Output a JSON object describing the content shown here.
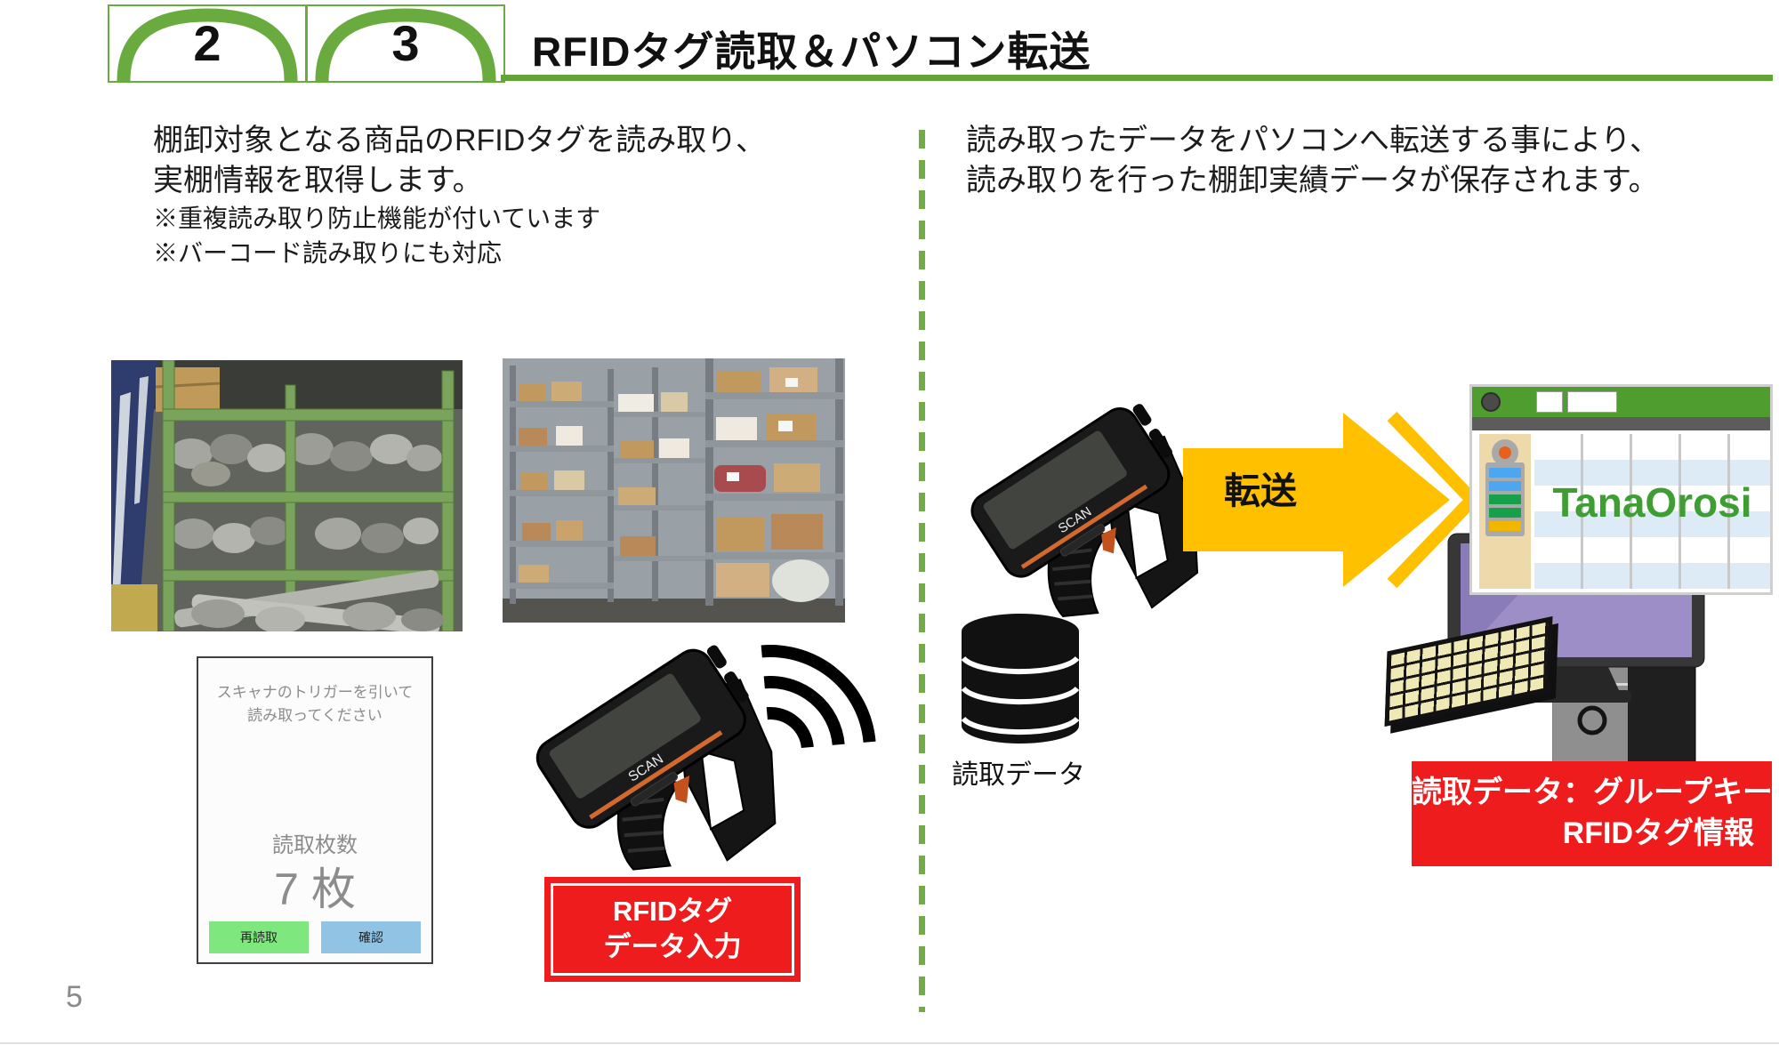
{
  "slide": {
    "page_number": "5"
  },
  "header": {
    "step_numbers": [
      "2",
      "3"
    ],
    "title": "RFIDタグ読取＆パソコン転送"
  },
  "left_section": {
    "description": [
      "棚卸対象となる商品のRFIDタグを読み取り、",
      "実棚情報を取得します。"
    ],
    "notes": [
      "※重複読み取り防止機能が付いています",
      "※バーコード読み取りにも対応"
    ],
    "handheld_screen": {
      "instruction": [
        "スキャナのトリガーを引いて",
        "読み取ってください"
      ],
      "count_label": "読取枚数",
      "count_value": "7 枚",
      "buttons": {
        "reread": "再読取",
        "confirm": "確認"
      }
    },
    "scanner_label": "SCAN",
    "callout": [
      "RFIDタグ",
      "データ入力"
    ]
  },
  "right_section": {
    "description": [
      "読み取ったデータをパソコンへ転送する事により、",
      "読み取りを行った棚卸実績データが保存されます。"
    ],
    "scanner_label": "SCAN",
    "data_label": "読取データ",
    "arrow_label": "転送",
    "pc_app_name": "TanaOrosi",
    "callout": [
      "読取データ：グループキー",
      "RFIDタグ情報"
    ]
  },
  "colors": {
    "accent_green": "#63a437",
    "arch_green": "#6aab3f",
    "divider_green": "#70ad47",
    "callout_red": "#ee1c1c",
    "arrow_yellow": "#ffc000",
    "app_titlebar_green": "#4f9d2f",
    "app_name_green": "#3f9e33",
    "reread_button_green": "#7ee87e",
    "confirm_button_blue": "#90c3e4",
    "scanner_accent_orange": "#d4692e"
  }
}
